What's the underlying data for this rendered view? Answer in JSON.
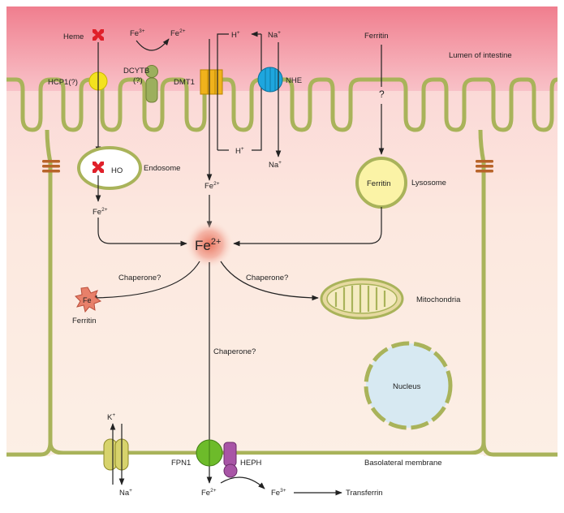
{
  "labels": {
    "heme": "Heme",
    "fe3_top": "Fe",
    "fe3_top_sup": "3+",
    "fe2_top": "Fe",
    "fe2_top_sup": "2+",
    "h_top": "H",
    "h_top_sup": "+",
    "na_top": "Na",
    "na_top_sup": "+",
    "ferritin_top": "Ferritin",
    "lumen": "Lumen of intestine",
    "hcp1": "HCP1(?)",
    "dcytb": "DCYTB",
    "dcytb_q": "(?)",
    "dmt1": "DMT1",
    "nhe": "NHE",
    "question": "?",
    "h_bottom": "H",
    "h_bottom_sup": "+",
    "na_bottom": "Na",
    "na_bottom_sup": "+",
    "ho": "HO",
    "endosome": "Endosome",
    "ferritin_lyso": "Ferritin",
    "lysosome": "Lysosome",
    "fe2_mid": "Fe",
    "fe2_mid_sup": "2+",
    "fe2_left": "Fe",
    "fe2_left_sup": "2+",
    "fe2_center": "Fe",
    "fe2_center_sup": "2+",
    "chaperone_left": "Chaperone?",
    "chaperone_right": "Chaperone?",
    "chaperone_down": "Chaperone?",
    "fe_star": "Fe",
    "ferritin_star": "Ferritin",
    "mitochondria": "Mitochondria",
    "nucleus": "Nucleus",
    "k_plus": "K",
    "k_plus_sup": "+",
    "na_baso": "Na",
    "na_baso_sup": "+",
    "fpn1": "FPN1",
    "heph": "HEPH",
    "basolateral": "Basolateral membrane",
    "fe2_bottom": "Fe",
    "fe2_bottom_sup": "2+",
    "fe3_bottom": "Fe",
    "fe3_bottom_sup": "3+",
    "transferrin": "Transferrin"
  },
  "colors": {
    "membrane": "#a9b35a",
    "membrane_dark": "#7d8a34",
    "lumen_top": "#f28a96",
    "cell_bg": "#fcebe1",
    "hcp1": "#f4e21f",
    "dcytb": "#9caf5d",
    "dmt1": "#f0b21c",
    "nhe": "#1ea6de",
    "heme": "#e0202a",
    "ferritin_lyso": "#fbf3a6",
    "nucleus": "#d7e9f2",
    "fpn1": "#6dbb2a",
    "heph": "#a855a6",
    "fe_star": "#e8806a",
    "k_channel": "#d7d36c"
  }
}
